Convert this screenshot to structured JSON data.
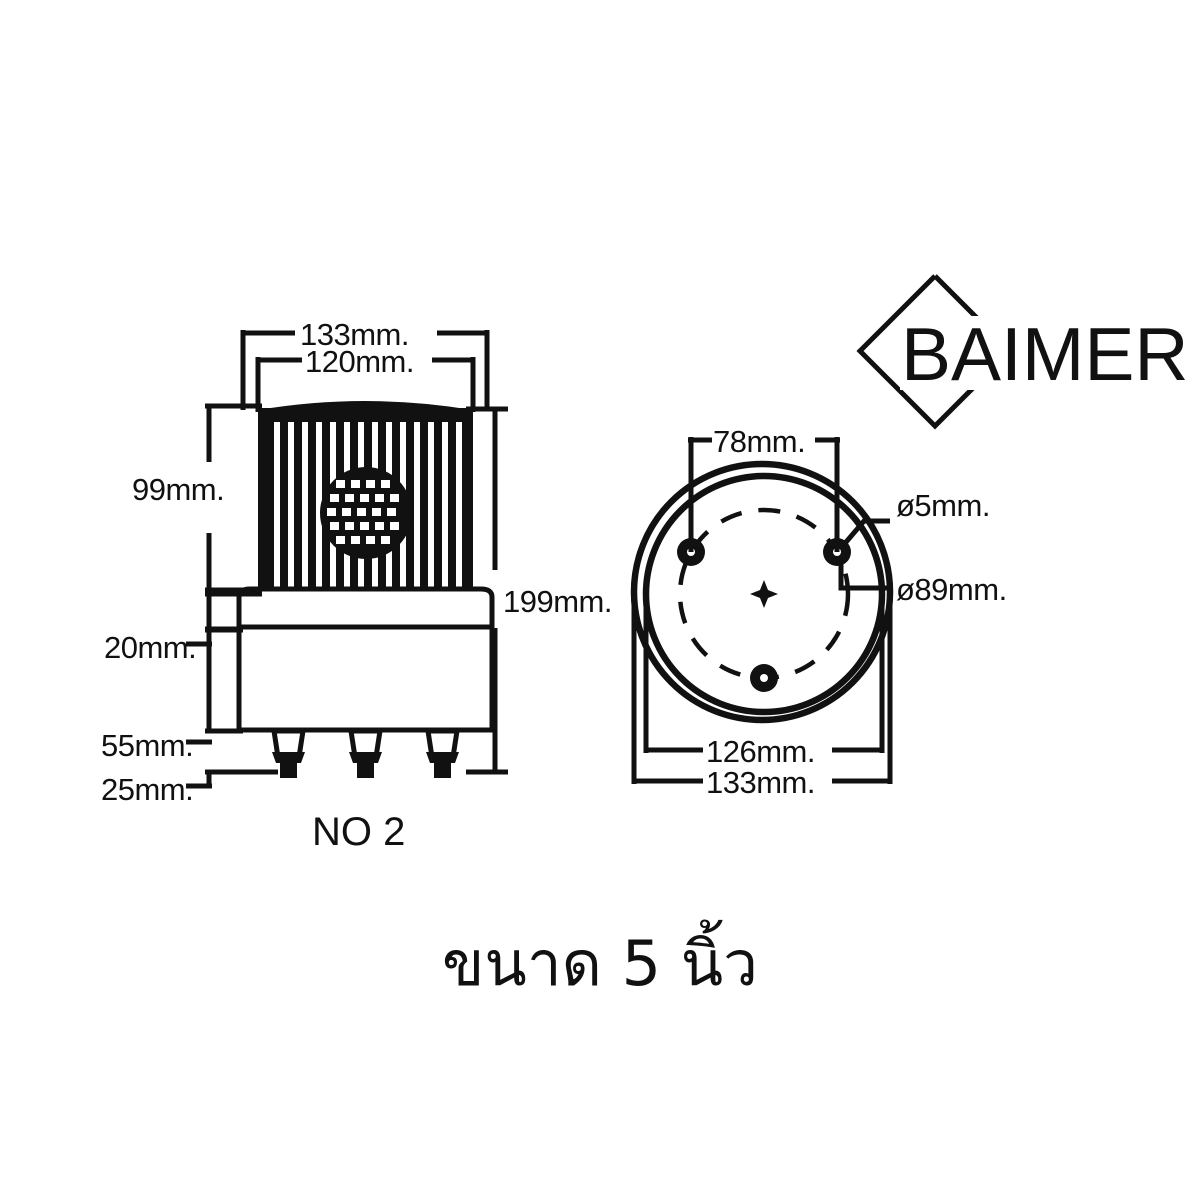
{
  "document": {
    "kind": "technical-dimension-drawing",
    "product": "rotating beacon warning light",
    "caption_thai": "ขนาด 5 นิ้ว",
    "front_view_label": "NO 2"
  },
  "brand": {
    "name": "BAIMER",
    "mark": "diamond-outline"
  },
  "front_view": {
    "name": "front-elevation",
    "dimensions": {
      "outer_width": "133mm.",
      "lens_width": "120mm.",
      "lens_height": "99mm.",
      "collar_height": "20mm.",
      "body_height": "55mm.",
      "foot_height": "25mm.",
      "overall_height": "199mm."
    },
    "terminal_count": 3
  },
  "bottom_view": {
    "name": "bottom-plan",
    "dimensions": {
      "bolt_spacing": "78mm.",
      "hole_diameter": "ø5mm.",
      "bolt_circle_diameter": "ø89mm.",
      "inner_diameter": "126mm.",
      "outer_diameter": "133mm."
    },
    "mounting_hole_count": 3
  },
  "colors": {
    "line": "#111111",
    "fill": "#ffffff",
    "background": "#ffffff"
  }
}
